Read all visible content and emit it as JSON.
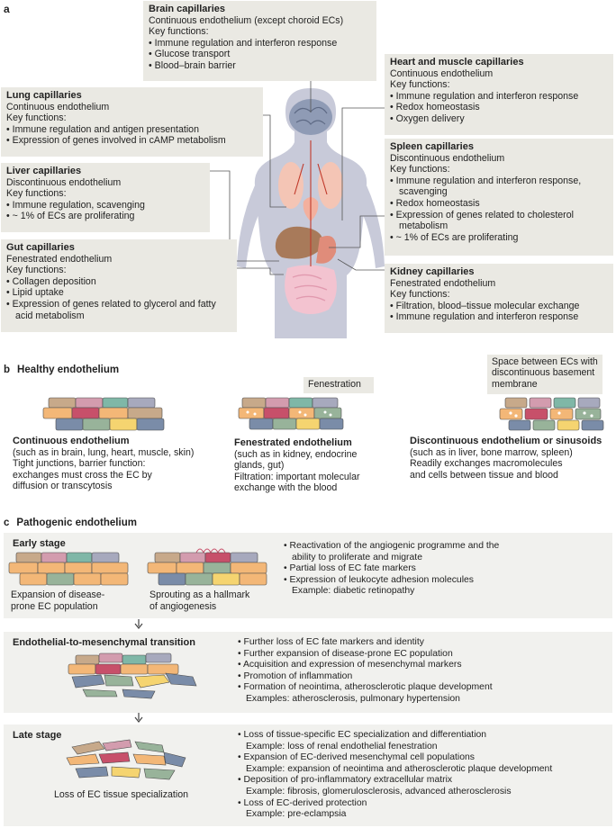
{
  "panel_a": {
    "letter": "a",
    "brain": {
      "title": "Brain capillaries",
      "type": "Continuous endothelium (except choroid ECs)",
      "kf": "Key functions:",
      "items": [
        "Immune regulation and interferon response",
        "Glucose transport",
        "Blood–brain barrier"
      ]
    },
    "heart": {
      "title": "Heart and muscle capillaries",
      "type": "Continuous endothelium",
      "kf": "Key functions:",
      "items": [
        "Immune regulation and interferon response",
        "Redox homeostasis",
        "Oxygen delivery"
      ]
    },
    "lung": {
      "title": "Lung capillaries",
      "type": "Continuous endothelium",
      "kf": "Key functions:",
      "items": [
        "Immune regulation and antigen presentation",
        "Expression of genes involved in cAMP metabolism"
      ]
    },
    "spleen": {
      "title": "Spleen capillaries",
      "type": "Discontinuous endothelium",
      "kf": "Key functions:",
      "items": [
        "Immune regulation and interferon response, scavenging",
        "Redox homeostasis",
        "Expression of genes related to cholesterol metabolism",
        "~ 1% of ECs are proliferating"
      ]
    },
    "liver": {
      "title": "Liver capillaries",
      "type": "Discontinuous endothelium",
      "kf": "Key functions:",
      "items": [
        "Immune regulation, scavenging",
        "~ 1% of ECs are proliferating"
      ]
    },
    "gut": {
      "title": "Gut capillaries",
      "type": "Fenestrated endothelium",
      "kf": "Key functions:",
      "items": [
        "Collagen deposition",
        "Lipid uptake",
        "Expression of genes related to glycerol and fatty acid metabolism"
      ]
    },
    "kidney": {
      "title": "Kidney capillaries",
      "type": "Fenestrated endothelium",
      "kf": "Key functions:",
      "items": [
        "Filtration, blood–tissue molecular exchange",
        "Immune regulation and interferon response"
      ]
    }
  },
  "panel_b": {
    "letter": "b",
    "title": "Healthy endothelium",
    "fenestration_label": "Fenestration",
    "space_label": "Space between ECs with discontinuous basement membrane",
    "continuous": {
      "title": "Continuous endothelium",
      "lines": [
        "(such as in brain, lung, heart, muscle, skin)",
        "Tight junctions, barrier function:",
        "exchanges must cross the EC by",
        "diffusion or transcytosis"
      ]
    },
    "fenestrated": {
      "title": "Fenestrated endothelium",
      "lines": [
        "(such as in kidney, endocrine",
        "glands, gut)",
        "Filtration: important molecular",
        "exchange with the blood"
      ]
    },
    "discontinuous": {
      "title": "Discontinuous endothelium or sinusoids",
      "lines": [
        "(such as in liver, bone marrow, spleen)",
        "Readily exchanges macromolecules",
        "and cells between tissue and blood"
      ]
    }
  },
  "panel_c": {
    "letter": "c",
    "title": "Pathogenic endothelium",
    "early": {
      "title": "Early stage",
      "cap1": [
        "Expansion of disease-",
        "prone EC population"
      ],
      "cap2": [
        "Sprouting as a hallmark",
        "of angiogenesis"
      ],
      "bullets": [
        {
          "t": "Reactivation of the angiogenic programme and the ability to proliferate and migrate",
          "k": "bul"
        },
        {
          "t": "Partial loss of EC fate markers",
          "k": "bul"
        },
        {
          "t": "Expression of leukocyte adhesion molecules",
          "k": "bul"
        },
        {
          "t": "Example: diabetic retinopathy",
          "k": "ex"
        }
      ]
    },
    "endmt": {
      "title": "Endothelial-to-mesenchymal transition",
      "bullets": [
        {
          "t": "Further loss of EC fate markers and identity",
          "k": "bul"
        },
        {
          "t": "Further expansion of disease-prone EC population",
          "k": "bul"
        },
        {
          "t": "Acquisition and expression of mesenchymal markers",
          "k": "bul"
        },
        {
          "t": "Promotion of inflammation",
          "k": "bul"
        },
        {
          "t": "Formation of neointima, atherosclerotic plaque development",
          "k": "bul"
        },
        {
          "t": "Examples: atherosclerosis, pulmonary hypertension",
          "k": "ex"
        }
      ]
    },
    "late": {
      "title": "Late stage",
      "cap": "Loss of EC tissue specialization",
      "bullets": [
        {
          "t": "Loss of tissue-specific EC specialization and differentiation",
          "k": "bul"
        },
        {
          "t": "Example: loss of renal endothelial fenestration",
          "k": "ex"
        },
        {
          "t": "Expansion of EC-derived mesenchymal cell populations",
          "k": "bul"
        },
        {
          "t": "Example: expansion of neointima and atherosclerotic plaque development",
          "k": "ex"
        },
        {
          "t": "Deposition of pro-inflammatory extracellular matrix",
          "k": "bul"
        },
        {
          "t": "Example: fibrosis, glomerulosclerosis, advanced atherosclerosis",
          "k": "ex"
        },
        {
          "t": "Loss of EC-derived protection",
          "k": "bul"
        },
        {
          "t": "Example: pre-eclampsia",
          "k": "ex"
        }
      ]
    }
  }
}
